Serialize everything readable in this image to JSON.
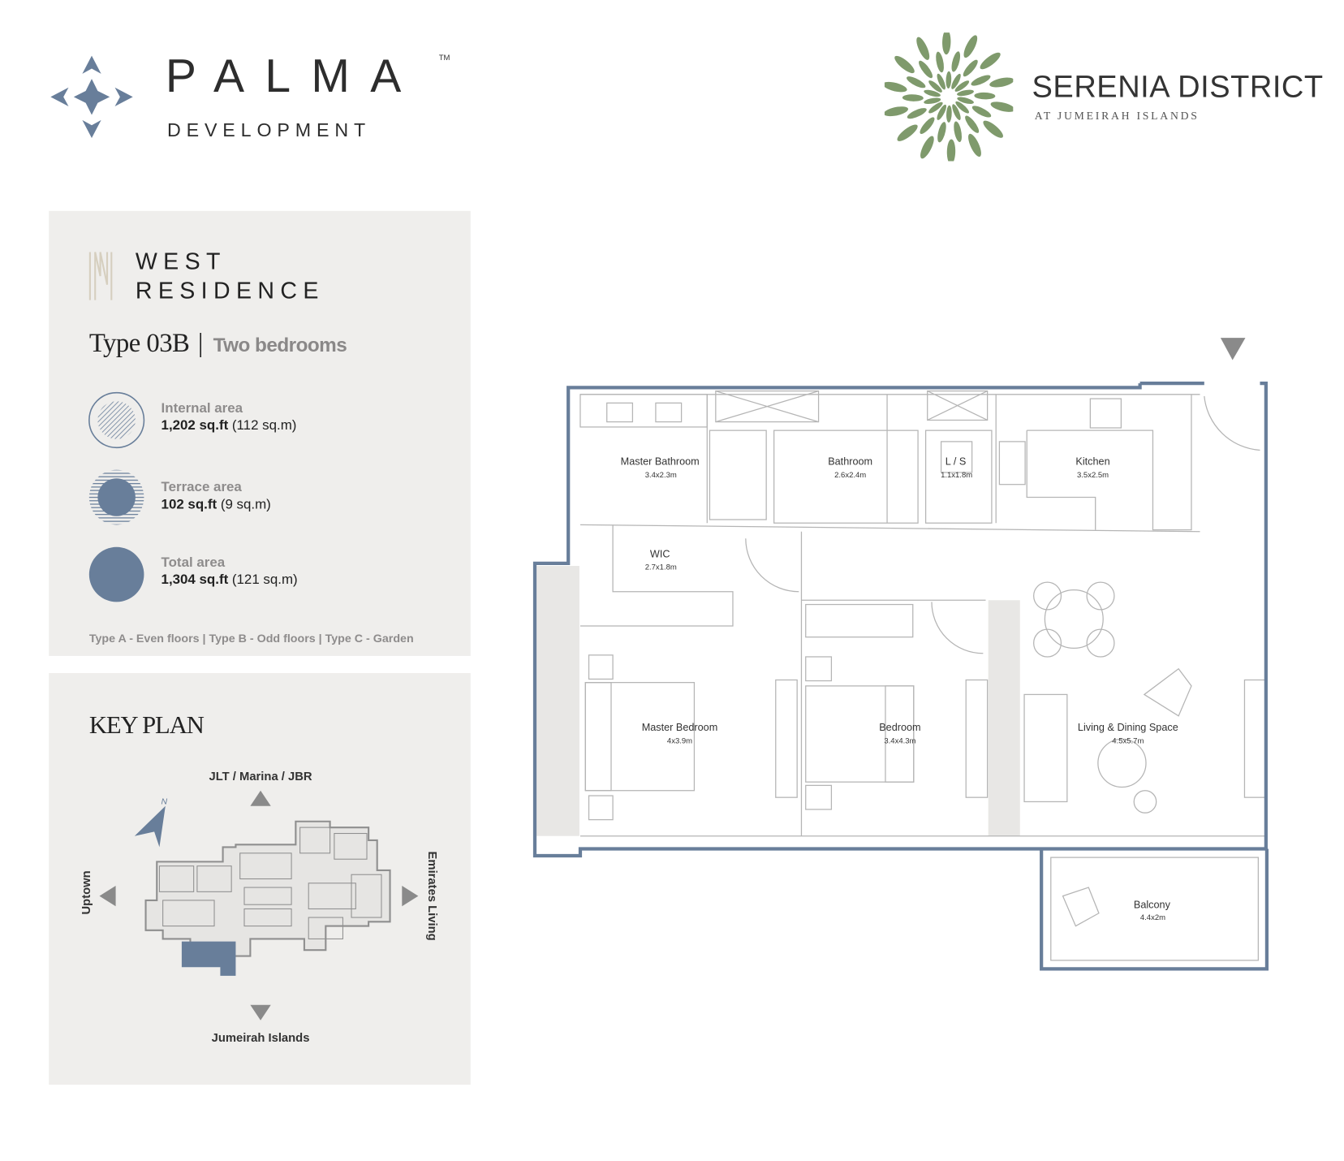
{
  "header": {
    "developer_brand": "PALMA",
    "developer_trademark": "TM",
    "developer_sub": "DEVELOPMENT",
    "project_name": "SERENIA DISTRICT",
    "project_location": "AT JUMEIRAH ISLANDS"
  },
  "summary": {
    "building_line1": "WEST",
    "building_line2": "RESIDENCE",
    "unit_type": "Type 03B",
    "separator": "|",
    "bedrooms": "Two bedrooms",
    "areas": [
      {
        "label": "Internal area",
        "sqft": "1,202 sq.ft",
        "sqm": "(112 sq.m)"
      },
      {
        "label": "Terrace area",
        "sqft": "102 sq.ft",
        "sqm": "(9 sq.m)"
      },
      {
        "label": "Total area",
        "sqft": "1,304 sq.ft",
        "sqm": "(121 sq.m)"
      }
    ],
    "type_note": "Type A - Even floors | Type B - Odd floors | Type C - Garden"
  },
  "key_plan": {
    "title": "KEY PLAN",
    "north": "N",
    "top": "JLT / Marina / JBR",
    "bottom": "Jumeirah Islands",
    "left": "Uptown",
    "right": "Emirates Living"
  },
  "floor_plan": {
    "rooms": [
      {
        "name": "Master Bathroom",
        "size": "3.4x2.3m"
      },
      {
        "name": "Bathroom",
        "size": "2.6x2.4m"
      },
      {
        "name": "L / S",
        "size": "1.1x1.8m"
      },
      {
        "name": "Kitchen",
        "size": "3.5x2.5m"
      },
      {
        "name": "WIC",
        "size": "2.7x1.8m"
      },
      {
        "name": "Master Bedroom",
        "size": "4x3.9m"
      },
      {
        "name": "Bedroom",
        "size": "3.4x4.3m"
      },
      {
        "name": "Living & Dining Space",
        "size": "4.5x5.7m"
      },
      {
        "name": "Balcony",
        "size": "4.4x2m"
      }
    ]
  },
  "colors": {
    "accent_blue": "#687e9a",
    "panel_bg": "#efeeec",
    "leaf_green": "#7f9a6c",
    "muted_gray": "#8e8c8c"
  }
}
